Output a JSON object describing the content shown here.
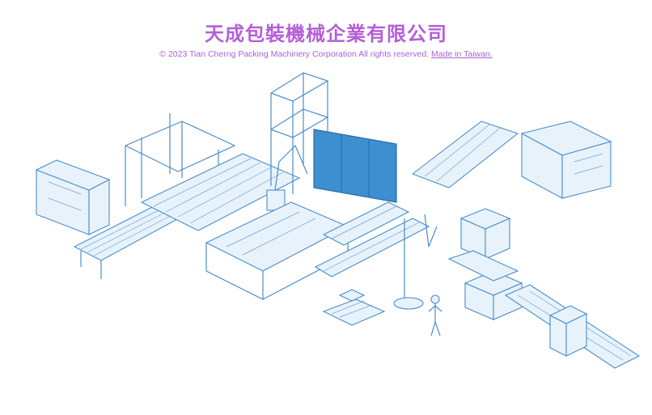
{
  "header": {
    "title": "天成包裝機械企業有限公司",
    "copyright": "© 2023 Tian Cherng Packing Machinery Corporation All rights reserved.",
    "made_in_link": "Made in Taiwan."
  },
  "colors": {
    "title": "#b45fd9",
    "line": "#4a8ec8",
    "panel": "#3d8fd0"
  }
}
